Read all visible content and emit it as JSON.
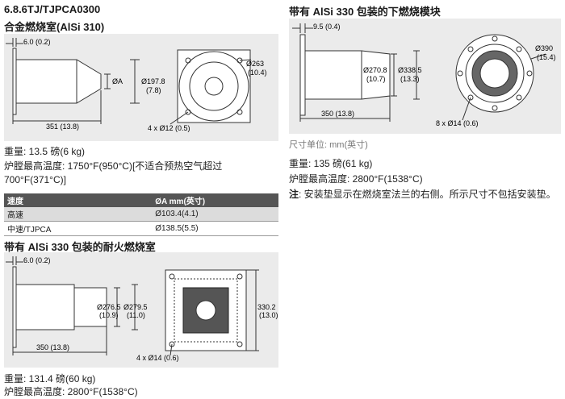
{
  "section1": {
    "code": "6.8.6TJ/TJPCA0300",
    "title": "合金燃烧室(AlSi 310)",
    "dims": {
      "top": "6.0 (0.2)",
      "length": "351 (13.8)",
      "a": "ØA",
      "d1": "Ø197.8",
      "d1in": "(7.8)",
      "d2": "Ø263",
      "d2in": "(10.4)",
      "holes": "4 x Ø12 (0.5)"
    },
    "weight": "重量: 13.5 磅(6 kg)",
    "temp": "炉膛最高温度: 1750°F(950°C)[不适合预热空气超过700°F(371°C)]"
  },
  "speed_table": {
    "headers": [
      "速度",
      "ØA mm(英寸)"
    ],
    "rows": [
      [
        "高速",
        "Ø103.4(4.1)"
      ],
      [
        "中速/TJPCA",
        "Ø138.5(5.5)"
      ]
    ]
  },
  "section2": {
    "title": "带有 AlSi 330 包装的耐火燃烧室",
    "dims": {
      "top": "6.0 (0.2)",
      "length": "350 (13.8)",
      "d1": "Ø276.5",
      "d1in": "(10.9)",
      "d2": "Ø279.5",
      "d2in": "(11.0)",
      "d3": "330.2",
      "d3in": "(13.0)",
      "holes": "4 x Ø14 (0.6)"
    },
    "weight": "重量: 131.4 磅(60 kg)",
    "temp": "炉膛最高温度: 2800°F(1538°C)"
  },
  "section3": {
    "title": "带有 AlSi 330 包装的下燃烧模块",
    "dims": {
      "top": "9.5 (0.4)",
      "length": "350 (13.8)",
      "d1": "Ø270.8",
      "d1in": "(10.7)",
      "d2": "Ø338.5",
      "d2in": "(13.3)",
      "d3": "Ø390",
      "d3in": "(15.4)",
      "holes": "8 x Ø14 (0.6)"
    },
    "unit": "尺寸单位: mm(英寸)",
    "weight": "重量: 135 磅(61 kg)",
    "temp": "炉膛最高温度: 2800°F(1538°C)",
    "note_label": "注",
    "note": ": 安装垫显示在燃烧室法兰的右侧。所示尺寸不包括安装垫。"
  }
}
